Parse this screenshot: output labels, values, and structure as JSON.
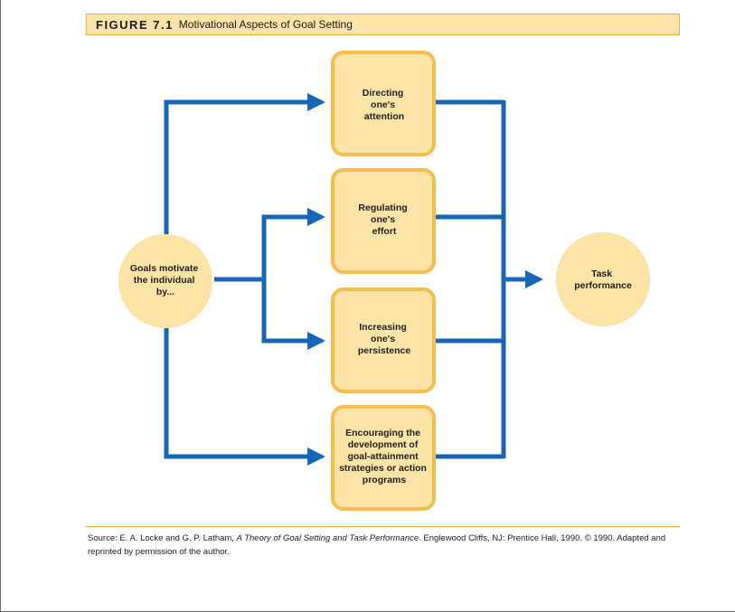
{
  "figure": {
    "number": "FIGURE 7.1",
    "title": "Motivational Aspects of Goal Setting"
  },
  "diagram": {
    "source_node": [
      "Goals motivate",
      "the individual",
      "by..."
    ],
    "mechanisms": [
      [
        "Directing",
        "one's",
        "attention"
      ],
      [
        "Regulating",
        "one's",
        "effort"
      ],
      [
        "Increasing",
        "one's",
        "persistence"
      ],
      [
        "Encouraging the",
        "development of",
        "goal-attainment",
        "strategies or action",
        "programs"
      ]
    ],
    "outcome_node": [
      "Task",
      "performance"
    ],
    "colors": {
      "arrow": "#1667b8",
      "box_fill": "#fce3a6",
      "box_border": "#f6bd50",
      "circle_fill": "#fce3a6",
      "header_fill": "#fce3a6",
      "header_border": "#f0b03a"
    }
  },
  "source": {
    "prefix": "Source: E. A. Locke and G. P. Latham, ",
    "book_title": "A Theory of Goal Setting and Task Performance",
    "suffix": ". Englewood Cliffs, NJ: Prentice Hall, 1990. © 1990. Adapted and reprinted by permission of the author."
  }
}
